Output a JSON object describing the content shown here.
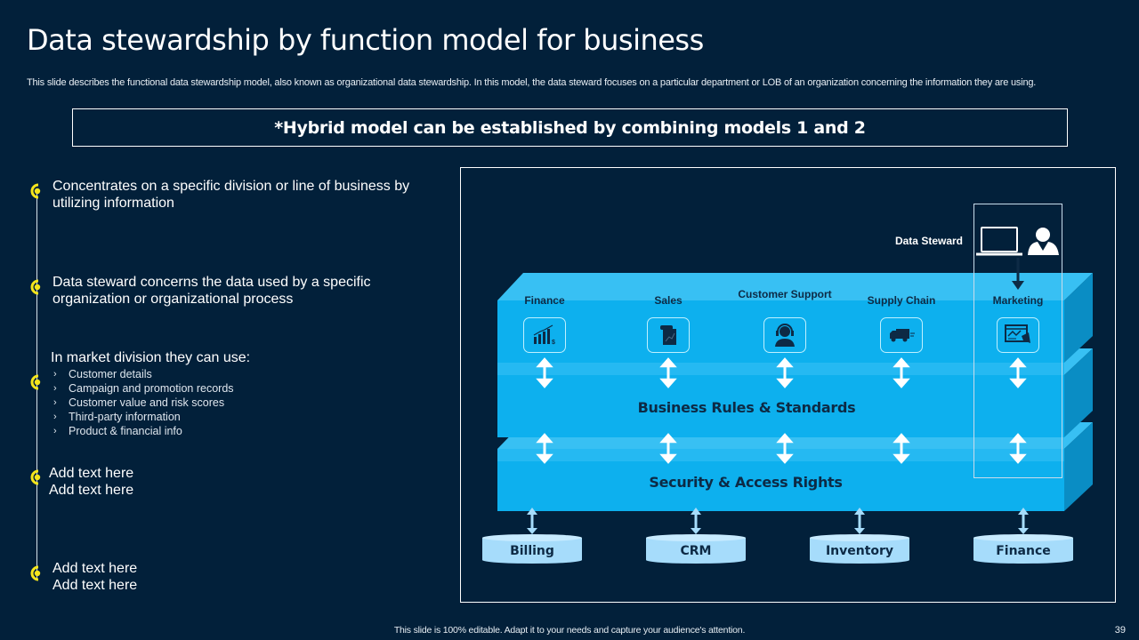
{
  "slide": {
    "title": "Data stewardship by function model for business",
    "subtitle": "This slide describes the functional data stewardship model, also known as organizational data stewardship. In this model, the data steward focuses on a particular department or LOB of an organization concerning the information they are using.",
    "hybrid_note": "*Hybrid model can be established by combining models 1 and 2",
    "footer": "This slide is 100% editable.  Adapt it to your needs and capture your audience's attention.",
    "page_number": "39"
  },
  "timeline": {
    "accent_color": "#f5e51b",
    "items": [
      {
        "text": "Concentrates on a specific division or line of business by utilizing information"
      },
      {
        "text": "Data steward concerns the data used by a specific organization or organizational process"
      },
      {
        "text": "In market division they can use:",
        "sublist": [
          "Customer details",
          "Campaign  and  promotion  records",
          "Customer value  and risk scores",
          "Third-party  information",
          "Product & financial info"
        ]
      },
      {
        "line1": "Add text here",
        "line2": "Add text here"
      },
      {
        "line1": "Add text here",
        "line2": "Add text here"
      }
    ]
  },
  "diagram": {
    "data_steward_label": "Data Steward",
    "departments": [
      {
        "label": "Finance",
        "icon": "finance-chart-icon"
      },
      {
        "label": "Sales",
        "icon": "sales-document-icon"
      },
      {
        "label": "Customer Support",
        "icon": "headset-agent-icon"
      },
      {
        "label": "Supply Chain",
        "icon": "delivery-truck-icon"
      },
      {
        "label": "Marketing",
        "icon": "marketing-megaphone-icon"
      }
    ],
    "layers": [
      "Business Rules & Standards",
      "Security & Access Rights"
    ],
    "databases": [
      "Billing",
      "CRM",
      "Inventory",
      "Finance"
    ],
    "colors": {
      "layer_front": "#0db0ee",
      "layer_top": "#38c0f3",
      "layer_side": "#0a8dc4",
      "database": "#a6dcfb",
      "text_dark": "#0d2a45"
    }
  }
}
